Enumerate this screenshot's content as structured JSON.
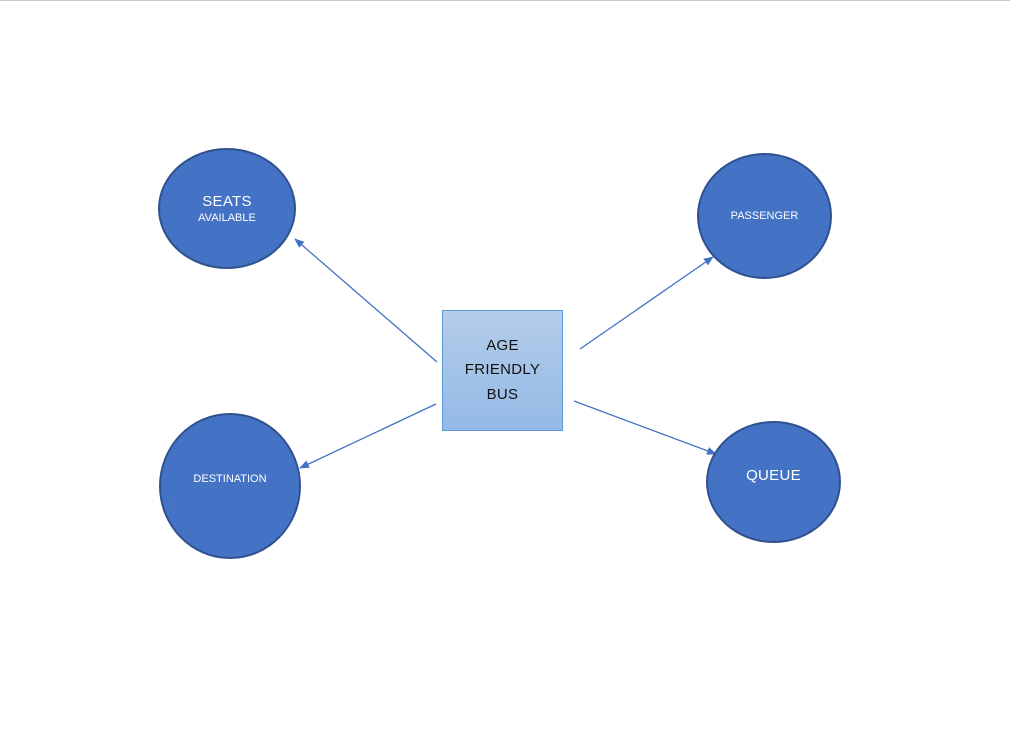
{
  "colors": {
    "circle_fill": "#4472c4",
    "circle_stroke": "#2f528f",
    "box_fill_top": "#b4cde9",
    "box_fill_bottom": "#94b9e6",
    "box_stroke": "#5b9bd5",
    "arrow": "#4472c4"
  },
  "center": {
    "line1": "AGE",
    "line2": "FRIENDLY",
    "line3": "BUS"
  },
  "nodes": {
    "seats": {
      "line1": "SEATS",
      "line2": "AVAILABLE"
    },
    "passenger": {
      "label": "PASSENGER"
    },
    "destination": {
      "label": "DESTINATION"
    },
    "queue": {
      "label": "QUEUE"
    }
  }
}
